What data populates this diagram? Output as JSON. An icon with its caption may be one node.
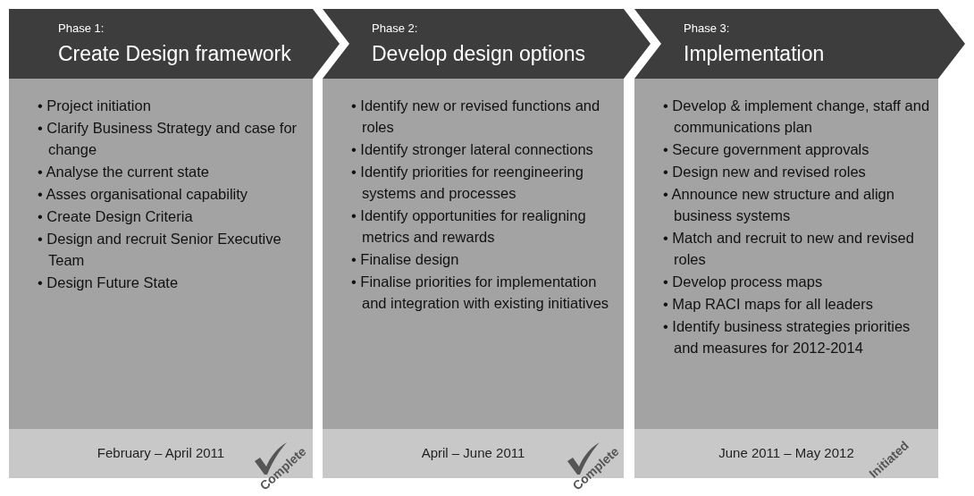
{
  "diagram": {
    "nodes": [
      {
        "text": [
          "Phase 1:",
          "Create Design framework"
        ]
      },
      {
        "text": [
          "• Project initiation",
          "• Clarify Business Strategy and case for change",
          "• Analyse the current state",
          "• Asses organisational capability",
          "• Create Design Criteria",
          "• Design and recruit Senior Executive Team",
          "• Design Future State"
        ]
      },
      {
        "text": [
          "February – April 2011"
        ]
      },
      {
        "text": [
          "Phase 2:",
          "Develop design options"
        ]
      },
      {
        "text": [
          "• Identify new or revised functions and roles",
          "• Identify stronger lateral connections",
          "• Identify priorities for reengineering systems and processes",
          "• Identify opportunities for realigning metrics and rewards",
          "• Finalise design",
          "• Finalise priorities for implementation and integration with existing initiatives"
        ]
      },
      {
        "text": [
          "April – June 2011"
        ]
      },
      {
        "text": [
          "Phase 3:",
          "Implementation"
        ]
      },
      {
        "text": [
          "• Develop & implement change, staff and communications plan",
          "• Secure government approvals",
          "• Design new and revised roles",
          "• Announce new structure and align business systems",
          "• Match and recruit to new and revised roles",
          "• Develop process maps",
          "• Map RACI maps for all leaders",
          "• Identify business strategies priorities and measures for 2012-2014"
        ]
      },
      {
        "text": [
          "June 2011 – May 2012"
        ]
      }
    ],
    "labels": [
      "Complete",
      "Complete",
      "Initiated"
    ]
  }
}
